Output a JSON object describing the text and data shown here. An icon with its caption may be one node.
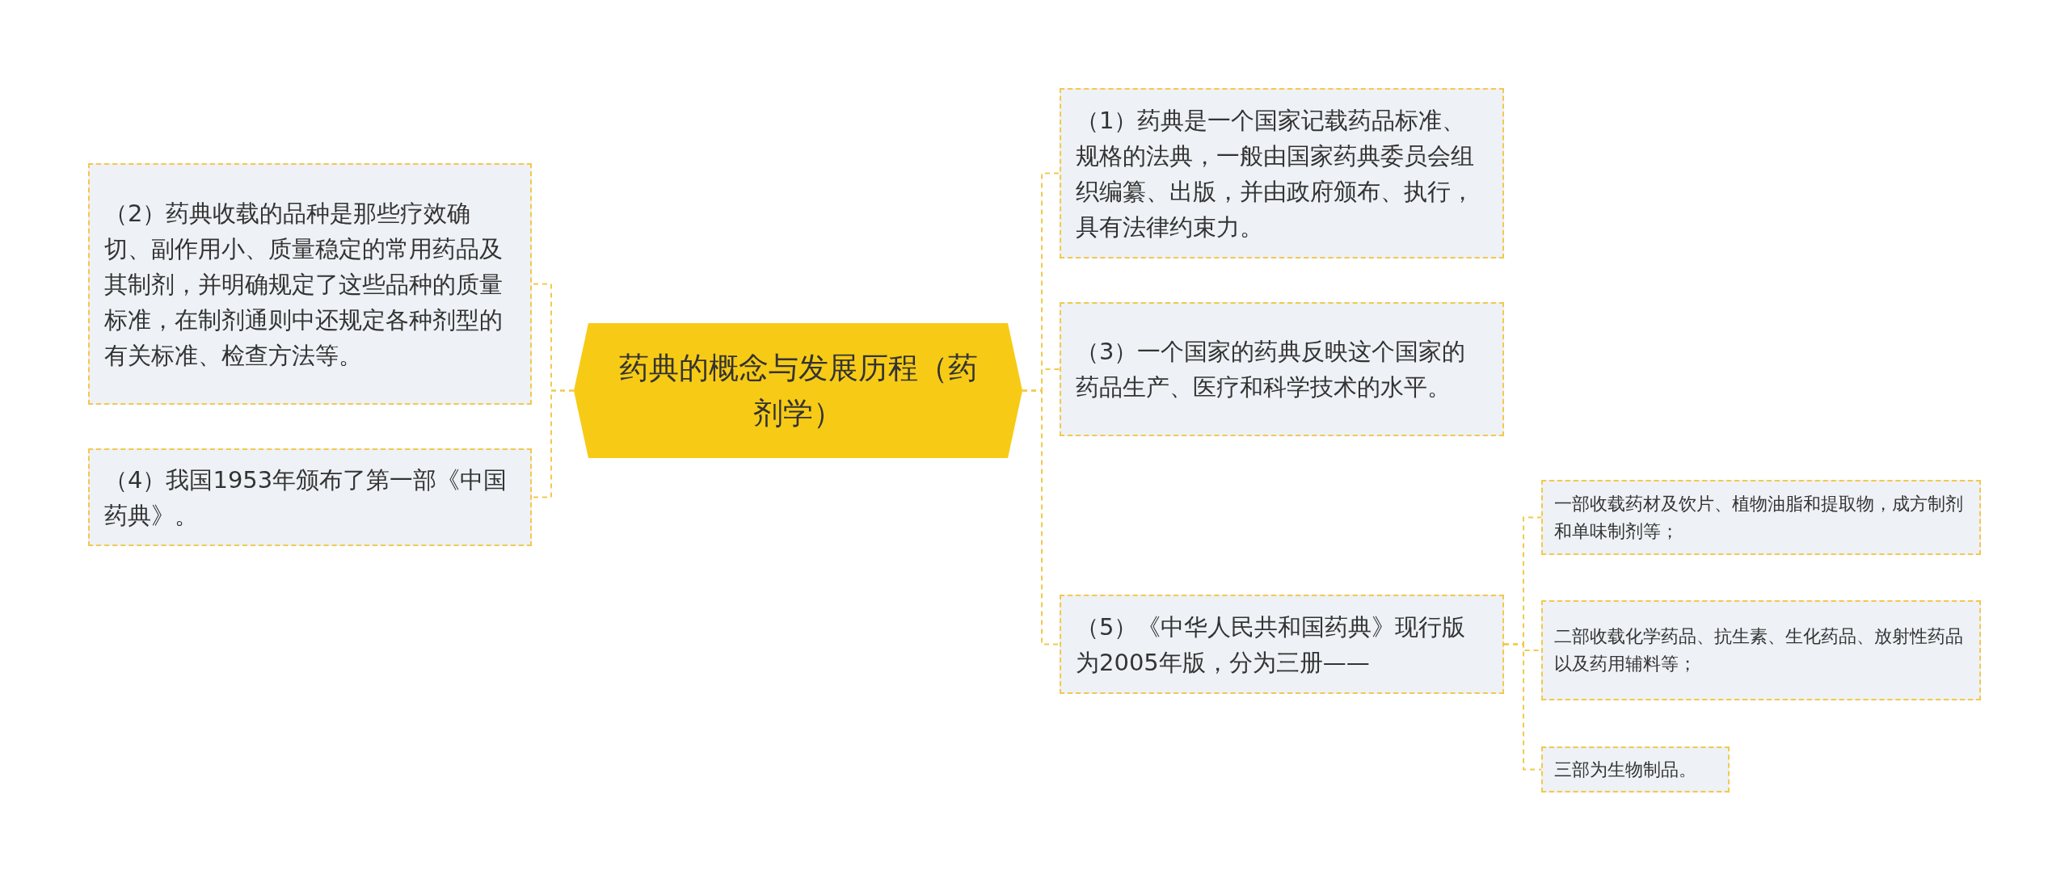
{
  "diagram": {
    "nodes": [
      {
        "text": [
          "药典的概念与发展历程（药剂学）"
        ]
      },
      {
        "text": [
          "（2）药典收载的品种是那些疗效确切、副作用小、质量稳定的常用药品及其制剂，并明确规定了这些品种的质量标准，在制剂通则中还规定各种剂型的有关标准、检查方法等。"
        ]
      },
      {
        "text": [
          "（4）我国1953年颁布了第一部《中国药典》。"
        ]
      },
      {
        "text": [
          "（1）药典是一个国家记载药品标准、规格的法典，一般由国家药典委员会组织编纂、出版，并由政府颁布、执行，具有法律约束力。"
        ]
      },
      {
        "text": [
          "（3）一个国家的药典反映这个国家的药品生产、医疗和科学技术的水平。"
        ]
      },
      {
        "text": [
          "（5）《中华人民共和国药典》现行版为2005年版，分为三册——"
        ]
      },
      {
        "text": [
          "一部收载药材及饮片、植物油脂和提取物，成方制剂和单味制剂等；"
        ]
      },
      {
        "text": [
          "二部收载化学药品、抗生素、生化药品、放射性药品以及药用辅料等；"
        ]
      },
      {
        "text": [
          "三部为生物制品。"
        ]
      }
    ],
    "edges": [
      {
        "from": 0,
        "to": 1,
        "arrow": "none",
        "style": "dashed"
      },
      {
        "from": 0,
        "to": 2,
        "arrow": "none",
        "style": "dashed"
      },
      {
        "from": 0,
        "to": 3,
        "arrow": "none",
        "style": "dashed"
      },
      {
        "from": 0,
        "to": 4,
        "arrow": "none",
        "style": "dashed"
      },
      {
        "from": 0,
        "to": 5,
        "arrow": "none",
        "style": "dashed"
      },
      {
        "from": 5,
        "to": 6,
        "arrow": "none",
        "style": "dashed"
      },
      {
        "from": 5,
        "to": 7,
        "arrow": "none",
        "style": "dashed"
      },
      {
        "from": 5,
        "to": 8,
        "arrow": "none",
        "style": "dashed"
      }
    ]
  }
}
